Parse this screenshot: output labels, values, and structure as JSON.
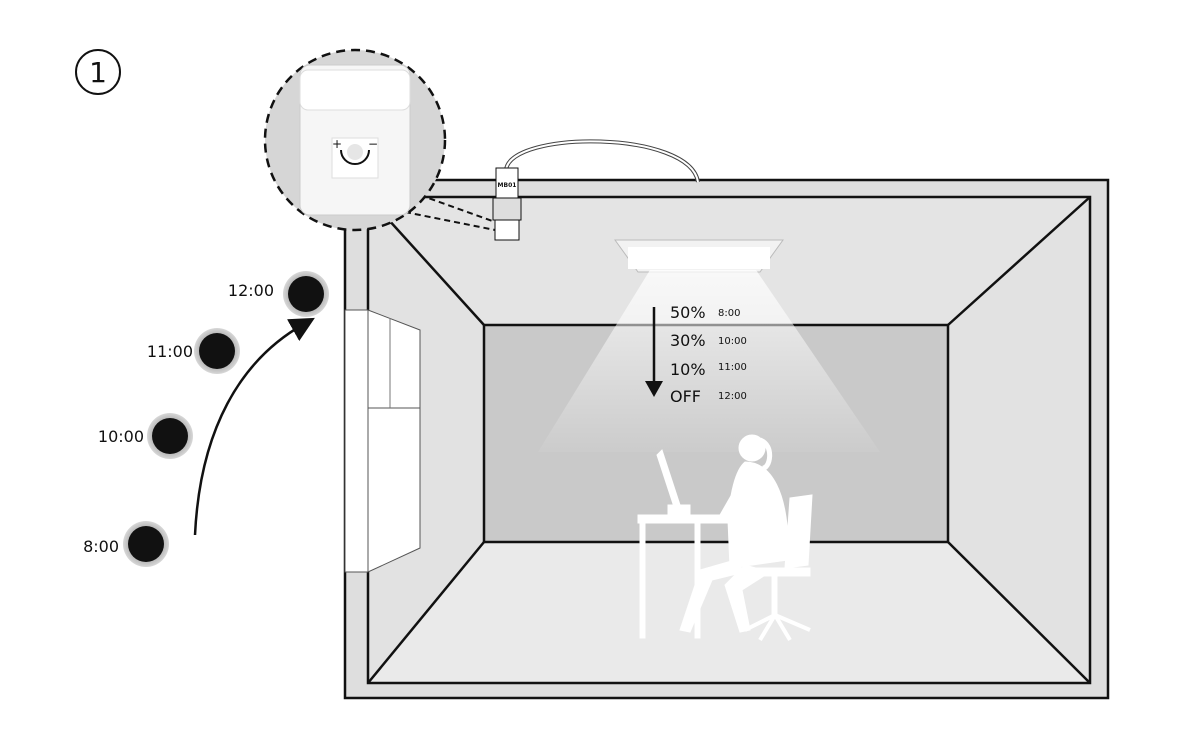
{
  "step": {
    "number": "1"
  },
  "sensor": {
    "model_label": "MB01",
    "plus": "+",
    "minus": "−"
  },
  "sun_positions": [
    {
      "time": "8:00"
    },
    {
      "time": "10:00"
    },
    {
      "time": "11:00"
    },
    {
      "time": "12:00"
    }
  ],
  "dimming_schedule": [
    {
      "level": "50%",
      "time": "8:00"
    },
    {
      "level": "30%",
      "time": "10:00"
    },
    {
      "level": "10%",
      "time": "11:00"
    },
    {
      "level": "OFF",
      "time": "12:00"
    }
  ],
  "colors": {
    "line": "#1a1a1a",
    "back_wall": "#c9c9c9",
    "ceiling": "#e4e4e4",
    "floor": "#e9e9e9",
    "sun": "#111111",
    "sun_halo": "#9a9a9a"
  }
}
